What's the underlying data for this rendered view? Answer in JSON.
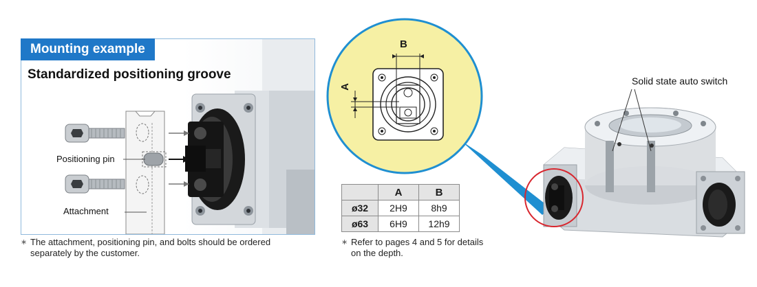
{
  "mounting": {
    "header": "Mounting example",
    "title": "Standardized positioning groove",
    "label_pin": "Positioning pin",
    "label_attachment": "Attachment",
    "note_mark": "∗",
    "note": "The attachment, positioning pin, and bolts should be ordered separately by the customer."
  },
  "detail": {
    "label_a": "A",
    "label_b": "B"
  },
  "table": {
    "headers": [
      "",
      "A",
      "B"
    ],
    "rows": [
      {
        "size": "ø32",
        "a": "2H9",
        "b": "8h9"
      },
      {
        "size": "ø63",
        "a": "6H9",
        "b": "12h9"
      }
    ],
    "note_mark": "∗",
    "note": "Refer to pages 4 and 5 for details on the depth."
  },
  "product": {
    "switch_label": "Solid state auto switch"
  },
  "colors": {
    "accent_blue": "#1f78c8",
    "highlight_red": "#d8262e",
    "zoom_fill": "#f6f0a4",
    "zoom_border": "#1f8fd1"
  }
}
